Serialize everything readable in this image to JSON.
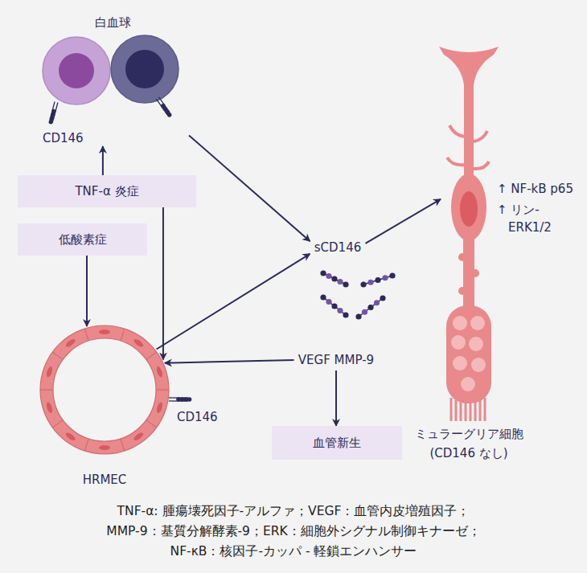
{
  "diagram": {
    "nodes": [
      {
        "text": [
          "白血球",
          "CD146"
        ]
      },
      {
        "text": [
          "TNF-α 炎症"
        ]
      },
      {
        "text": [
          "低酸素症"
        ]
      },
      {
        "text": [
          "CD146",
          "HRMEC"
        ]
      },
      {
        "text": [
          "sCD146"
        ]
      },
      {
        "text": [
          "VEGF MMP-9"
        ]
      },
      {
        "text": [
          "血管新生"
        ]
      },
      {
        "text": [
          "↑ NF-kB p65",
          "↑ リン- ERK1/2",
          "ミュラーグリア細胞 (CD146 なし)"
        ]
      }
    ],
    "edges": [
      {
        "from": 1,
        "to": 0,
        "arrow": "to"
      },
      {
        "from": 1,
        "to": 3,
        "arrow": "to"
      },
      {
        "from": 2,
        "to": 3,
        "arrow": "to"
      },
      {
        "from": 0,
        "to": 4,
        "arrow": "to"
      },
      {
        "from": 3,
        "to": 4,
        "arrow": "to"
      },
      {
        "from": 4,
        "to": 7,
        "arrow": "to"
      },
      {
        "from": 5,
        "to": 3,
        "arrow": "to"
      },
      {
        "from": 5,
        "to": 6,
        "arrow": "to"
      }
    ],
    "labels": [
      "TNF-α: 腫瘍壊死因子-アルファ；VEGF：血管内皮増殖因子；",
      "MMP-9：基質分解酵素-9；ERK：細胞外シグナル制御キナーゼ；",
      "NF-κB：核因子-カッパ - 軽鎖エンハンサー"
    ]
  }
}
